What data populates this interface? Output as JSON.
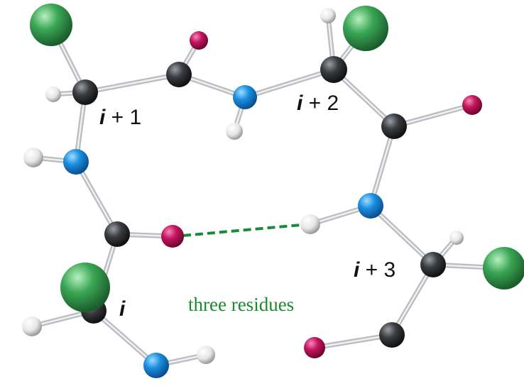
{
  "labels": {
    "residue_i": {
      "index": "i",
      "suffix": ""
    },
    "residue_i1": {
      "index": "i",
      "suffix": " + 1"
    },
    "residue_i2": {
      "index": "i",
      "suffix": " + 2"
    },
    "residue_i3": {
      "index": "i",
      "suffix": " + 3"
    }
  },
  "caption": "three residues",
  "colors": {
    "carbon": "#2b2d30",
    "nitrogen": "#1a8fe0",
    "oxygen": "#c4145e",
    "hydrogen": "#f2f2f2",
    "side_chain": "#3aa655",
    "hydrogen_bond": "#1a8a3a"
  }
}
